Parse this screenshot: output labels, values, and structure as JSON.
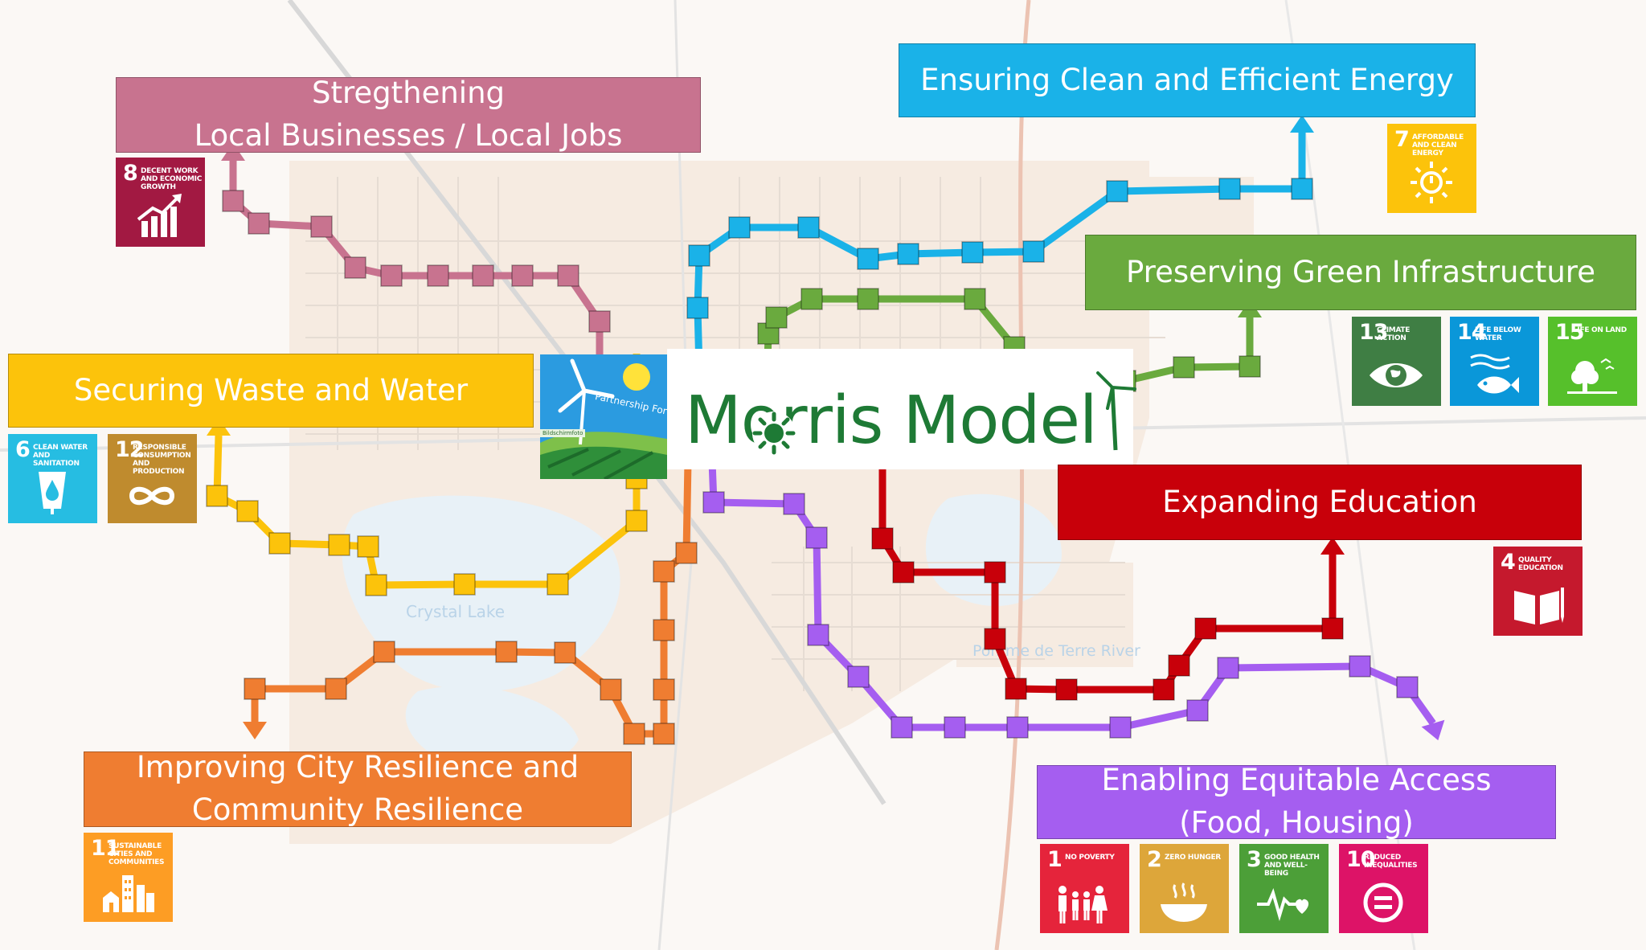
{
  "title": "Morris Model",
  "partner_logo": {
    "tagline": "Partnership For Progress",
    "small_text": "Bildschirmfoto"
  },
  "map_labels": {
    "lake": "Crystal Lake",
    "river": "Pomme de Terre River"
  },
  "colors": {
    "local_jobs": "#c8738f",
    "clean_energy": "#1ab2e8",
    "green_infra": "#6aaa3e",
    "waste_water": "#fcc30b",
    "education": "#c8000a",
    "resilience": "#ef7d31",
    "equitable_access": "#a55ef0"
  },
  "banners": {
    "local_jobs": {
      "line1": "Stregthening",
      "line2": "Local Businesses / Local Jobs"
    },
    "clean_energy": {
      "line1": "Ensuring Clean and Efficient Energy"
    },
    "green_infra": {
      "line1": "Preserving Green Infrastructure"
    },
    "waste_water": {
      "line1": "Securing Waste and Water"
    },
    "education": {
      "line1": "Expanding Education"
    },
    "resilience": {
      "line1": "Improving City Resilience and",
      "line2": "Community Resilience"
    },
    "equitable_access": {
      "line1": "Enabling Equitable Access",
      "line2": "(Food, Housing)"
    }
  },
  "sdgs": [
    {
      "id": "sdg8",
      "num": "8",
      "label": "DECENT WORK AND ECONOMIC GROWTH",
      "color": "#a21942",
      "icon": "growth-chart-icon"
    },
    {
      "id": "sdg7",
      "num": "7",
      "label": "AFFORDABLE AND CLEAN ENERGY",
      "color": "#fcc30b",
      "icon": "sun-power-icon"
    },
    {
      "id": "sdg13",
      "num": "13",
      "label": "CLIMATE ACTION",
      "color": "#3f7e44",
      "icon": "eye-globe-icon"
    },
    {
      "id": "sdg14",
      "num": "14",
      "label": "LIFE BELOW WATER",
      "color": "#0a97d9",
      "icon": "fish-icon"
    },
    {
      "id": "sdg15",
      "num": "15",
      "label": "LIFE ON LAND",
      "color": "#56c02b",
      "icon": "tree-icon"
    },
    {
      "id": "sdg6",
      "num": "6",
      "label": "CLEAN WATER AND SANITATION",
      "color": "#26bde2",
      "icon": "water-drop-icon"
    },
    {
      "id": "sdg12",
      "num": "12",
      "label": "RESPONSIBLE CONSUMPTION AND PRODUCTION",
      "color": "#bf8b2e",
      "icon": "infinity-icon"
    },
    {
      "id": "sdg4",
      "num": "4",
      "label": "QUALITY EDUCATION",
      "color": "#c5192d",
      "icon": "book-icon"
    },
    {
      "id": "sdg11",
      "num": "11",
      "label": "SUSTAINABLE CITIES AND COMMUNITIES",
      "color": "#fd9d24",
      "icon": "city-icon"
    },
    {
      "id": "sdg1",
      "num": "1",
      "label": "NO POVERTY",
      "color": "#e5243b",
      "icon": "family-icon"
    },
    {
      "id": "sdg2",
      "num": "2",
      "label": "ZERO HUNGER",
      "color": "#dda63a",
      "icon": "food-bowl-icon"
    },
    {
      "id": "sdg3",
      "num": "3",
      "label": "GOOD HEALTH AND WELL-BEING",
      "color": "#4c9f38",
      "icon": "heartbeat-icon"
    },
    {
      "id": "sdg10",
      "num": "10",
      "label": "REDUCED INEQUALITIES",
      "color": "#dd1367",
      "icon": "equal-icon"
    }
  ]
}
